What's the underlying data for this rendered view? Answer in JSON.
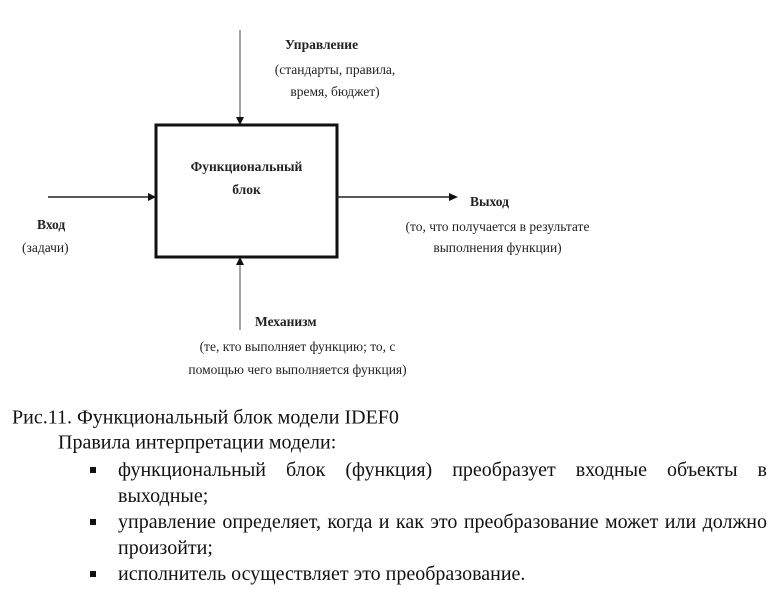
{
  "diagram": {
    "block": [
      "Функциональный",
      "блок"
    ],
    "control": {
      "title": "Управление",
      "desc": [
        "(стандарты, правила,",
        "время, бюджет)"
      ]
    },
    "input": {
      "title": "Вход",
      "desc": "(задачи)"
    },
    "output": {
      "title": "Выход",
      "desc": [
        "(то, что получается в результате",
        "выполнения функции)"
      ]
    },
    "mechanism": {
      "title": "Механизм",
      "desc": [
        "(те, кто выполняет функцию; то, с",
        "помощью чего выполняется функция)"
      ]
    }
  },
  "caption": "Рис.11. Функциональный блок модели IDEF0",
  "rules_heading": "Правила интерпретации модели:",
  "rules": [
    "функциональный блок (функция) преобразует входные объекты в выходные;",
    "управление определяет, когда и как это преобразование может или должно произойти;",
    "исполнитель осуществляет это преобразование."
  ]
}
